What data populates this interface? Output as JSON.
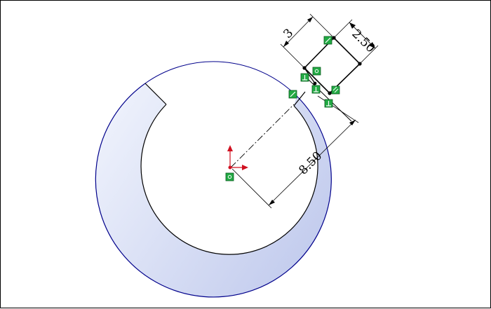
{
  "drawing": {
    "dimensions": {
      "keyway_depth": "3",
      "keyway_width": "2.50",
      "offset_distance": "8.50"
    },
    "colors": {
      "arc_outline": "#00008b",
      "ring_fill_light": "#f2f5fd",
      "ring_fill_dark": "#c4cdee",
      "sketch_line": "#000000",
      "relation_icon": "#22aa44",
      "origin_axis": "#d01020"
    },
    "icons": [
      "coincident-relation-icon",
      "perpendicular-relation-icon",
      "parallel-relation-icon",
      "origin-icon"
    ]
  }
}
